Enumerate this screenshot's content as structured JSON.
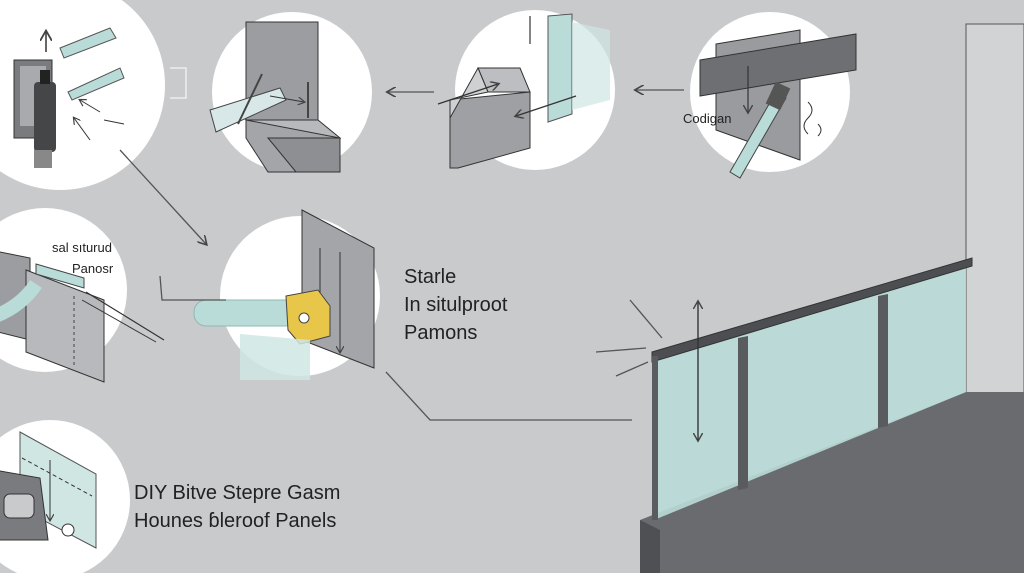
{
  "labels": {
    "codigan": "Codigan",
    "step_left_1": "sal sıturud",
    "step_left_2": "Panosr",
    "center_1": "Starle",
    "center_2": "In situlproot",
    "center_3": "Pamons",
    "title_1": "DIY Bitve Stepre Gasm",
    "title_2": "Hounes ɓleroof Panels"
  },
  "colors": {
    "background": "#c9cacc",
    "circle": "#ffffff",
    "glass": "#b9dcd8",
    "metal": "#5a5b5e",
    "clamp": "#e8c64a"
  }
}
